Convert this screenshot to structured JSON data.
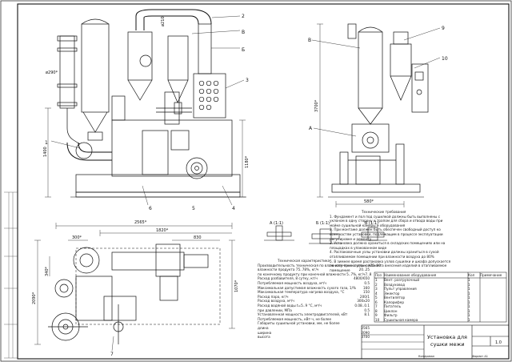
{
  "drawing": {
    "title_block": {
      "title_line1": "Установка для",
      "title_line2": "сушки межи",
      "sheet_no": "1.0",
      "format_label": "Формат А1",
      "copied_label": "Копировал"
    },
    "dimensions": {
      "d210": "ø210",
      "d290": "ø290*",
      "h1400": "1400",
      "h1180": "1180*",
      "h3700": "3700*",
      "w580": "580*",
      "w2565": "2565*",
      "w1820": "1820*",
      "w830": "830",
      "w300": "300*",
      "h340": "340*",
      "h2090": "2090*",
      "h1070": "1070*"
    },
    "callouts": {
      "c1": "1",
      "c2": "2",
      "c3": "3",
      "c4": "4",
      "c5": "5",
      "c6": "6",
      "c7": "7",
      "c9": "9",
      "c10": "10",
      "cA": "A",
      "cB": "Б",
      "cV": "В"
    },
    "sections": {
      "a": "А (1:1)",
      "b": "Б (1:1)",
      "v": "В (1:1)"
    },
    "tech_requirements": {
      "heading": "Технические требования",
      "lines": [
        "1. Фундамент и пол под сушилкой должны быть выполнены с",
        "   уклоном в одну сторону и трапом для сбора и отвода воды при",
        "   мойке сушильной камеры и оборудования",
        "2. При монтаже должен быть обеспечен свободный доступ ко",
        "   всем частям установки, подлежащим в процессе эксплуатации",
        "   регулировке и ремонту",
        "3. Установка должна храниться в складских помещениях или на",
        "   площадках в упакованном виде",
        "4. Распаковочные узлы установки должны храниться в сухой",
        "   отапливаемом помещении при влажности воздуха до 80%",
        "5. В зимнее время распаковка узлов сушилки и шкафа допускается",
        "   по истечении суток с момента внесения изделий в отапливаемое",
        "   помещение"
      ]
    },
    "tech_specs": {
      "heading": "Техническая характеристика",
      "lines": [
        "Производительность техническая по влажному при начальной",
        "   влажности продукта 75..78%, кг/ч",
        "   по конечному продукту при конечной влажности 5..7%, кг/ч",
        "Расход разбавителя, 8 сутку, кг/ч",
        "Потребляемая мощность воздуха, м³/ч",
        "Максимальная допустимая влажность сухого газа, 1/%",
        "Максимальная температура нагрева воздуха, °С",
        "Расход пара, кг/ч",
        "Расход воздуха, м³/ч",
        "Расход водяной воды t=5..9 °С, м³/ч",
        "   при давлении, МПа",
        "Установленная мощность электродвигателей, кВт",
        "Потребляемая мощность, кВт·ч, не более",
        "Габариты сушильной установки, мм, не более",
        "   длина",
        "   ширина",
        "   высота"
      ],
      "values": [
        "75..80",
        "20..25",
        "7..8",
        "4800/650",
        "0.5",
        "160",
        "150",
        "200/1",
        "300x20",
        "0.08..0.1",
        "0.5",
        "8.1",
        "",
        "",
        "2565",
        "2090",
        "3700"
      ]
    },
    "parts_table": {
      "headers": [
        "Поз",
        "Наименование оборудования",
        "Кол",
        "Примечание"
      ],
      "rows": [
        [
          "1",
          "Вент. разгрузочный",
          "1",
          ""
        ],
        [
          "2",
          "Воздуховод",
          "1",
          ""
        ],
        [
          "3",
          "Пульт управления",
          "1",
          ""
        ],
        [
          "4",
          "Эжектор",
          "1",
          ""
        ],
        [
          "5",
          "Вентилятор",
          "1",
          ""
        ],
        [
          "6",
          "Калорифер",
          "1",
          ""
        ],
        [
          "7",
          "Питатель",
          "1",
          ""
        ],
        [
          "8",
          "Циклон",
          "1",
          ""
        ],
        [
          "9",
          "Фильтр",
          "1",
          ""
        ],
        [
          "10",
          "Сушильная камера",
          "1",
          ""
        ]
      ]
    }
  }
}
